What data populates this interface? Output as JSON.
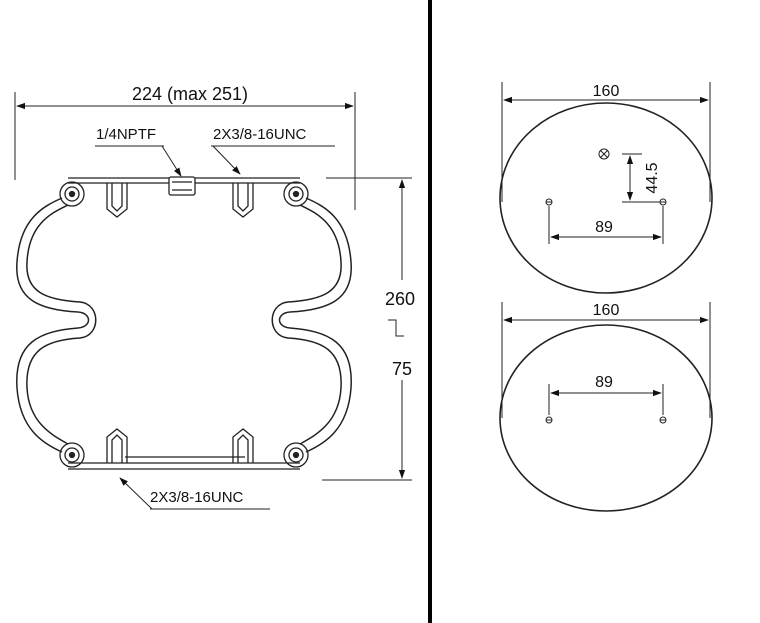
{
  "side_view": {
    "overall_width": "224 (max 251)",
    "top_port_label": "1/4NPTF",
    "top_bolts_label": "2X3/8-16UNC",
    "bottom_bolts_label": "2X3/8-16UNC",
    "max_height": "260",
    "min_height": "75"
  },
  "top_plate": {
    "diameter": "160",
    "bolt_spacing": "89",
    "port_offset": "44.5"
  },
  "bottom_plate": {
    "diameter": "160",
    "bolt_spacing": "89"
  }
}
